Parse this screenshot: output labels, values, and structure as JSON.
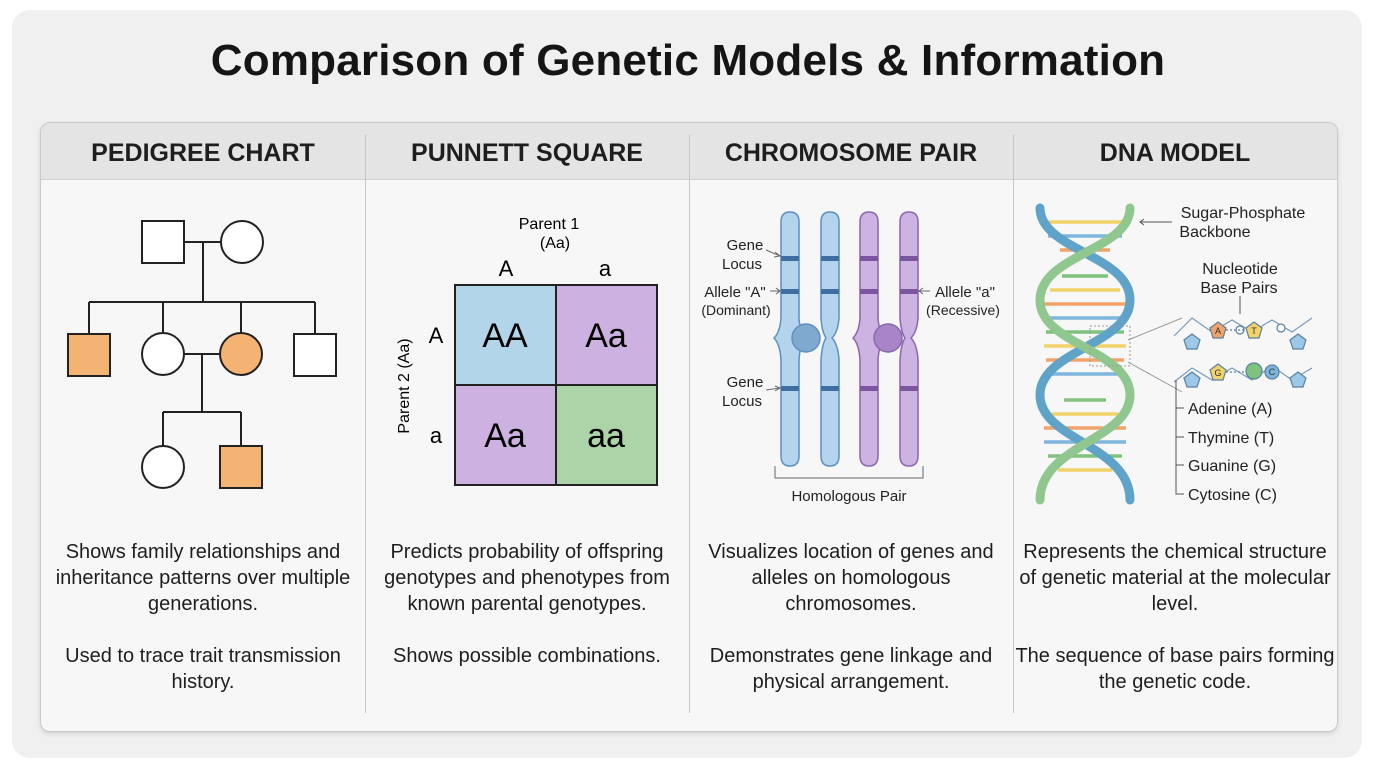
{
  "title": "Comparison of Genetic Models & Information",
  "columns": [
    {
      "heading": "PEDIGREE CHART",
      "description": [
        "Shows family relationships and inheritance patterns over multiple generations.",
        "Used to trace trait transmission history."
      ]
    },
    {
      "heading": "PUNNETT SQUARE",
      "description": [
        "Predicts probability of offspring genotypes and phenotypes from known parental genotypes.",
        "Shows possible combinations."
      ]
    },
    {
      "heading": "CHROMOSOME PAIR",
      "description": [
        "Visualizes location of genes and alleles on homologous chromosomes.",
        "Demonstrates gene linkage and physical arrangement."
      ]
    },
    {
      "heading": "DNA MODEL",
      "description": [
        "Represents the chemical structure of genetic material at the molecular level.",
        "The sequence of base pairs forming the genetic code."
      ]
    }
  ],
  "punnett": {
    "parent1": [
      "Parent 1",
      "(Aa)"
    ],
    "parent2": "Parent 2 (Aa)",
    "top_alleles": [
      "A",
      "a"
    ],
    "side_alleles": [
      "A",
      "a"
    ],
    "cells": [
      "AA",
      "Aa",
      "Aa",
      "aa"
    ]
  },
  "chromosome": {
    "gene_locus_1": [
      "Gene",
      "Locus"
    ],
    "allele_dominant": [
      "Allele \"A\"",
      "(Dominant)"
    ],
    "allele_recessive": [
      "Allele \"a\"",
      "(Recessive)"
    ],
    "gene_locus_2": [
      "Gene",
      "Locus"
    ],
    "pair_label": "Homologous Pair"
  },
  "dna": {
    "backbone": [
      "Sugar-Phosphate",
      "Backbone"
    ],
    "base_pairs": [
      "Nucleotide",
      "Base Pairs"
    ],
    "bases": [
      "Adenine (A)",
      "Thymine (T)",
      "Guanine (G)",
      "Cytosine (C)"
    ],
    "inset_letters": [
      "A",
      "T",
      "G",
      "C"
    ]
  },
  "colors": {
    "affected": "#f2b373",
    "punnett_AA": "#b3d5ea",
    "punnett_Aa": "#cdb1e0",
    "punnett_aa": "#acd4a8",
    "chromosome_blue": "#b4d3ec",
    "chromosome_purple": "#cdb3e2",
    "adenine": "#f2a36a",
    "thymine": "#f2d36a",
    "guanine": "#7ec27e",
    "cytosine": "#7fb5dd"
  }
}
